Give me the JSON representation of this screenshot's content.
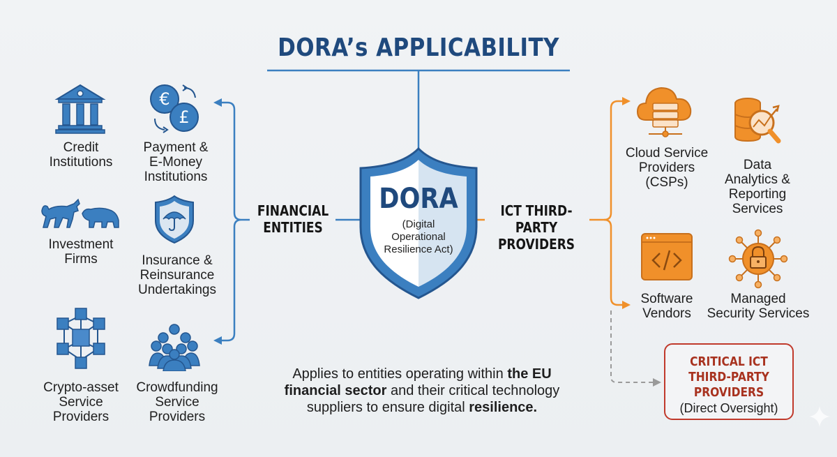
{
  "title": "DORA’s APPLICABILITY",
  "center": {
    "acronym": "DORA",
    "full_name_line1": "(Digital",
    "full_name_line2": "Operational",
    "full_name_line3": "Resilience Act)"
  },
  "financial_entities": {
    "heading_line1": "FINANCIAL",
    "heading_line2": "ENTITIES",
    "color": "#3b7fc0",
    "items": [
      {
        "icon": "bank-icon",
        "line1": "Credit",
        "line2": "Institutions",
        "line3": ""
      },
      {
        "icon": "currency-exchange-icon",
        "line1": "Payment &",
        "line2": "E-Money",
        "line3": "Institutions"
      },
      {
        "icon": "bull-bear-icon",
        "line1": "Investment",
        "line2": "Firms",
        "line3": ""
      },
      {
        "icon": "umbrella-shield-icon",
        "line1": "Insurance &",
        "line2": "Reinsurance",
        "line3": "Undertakings"
      },
      {
        "icon": "blockchain-icon",
        "line1": "Crypto-asset",
        "line2": "Service",
        "line3": "Providers"
      },
      {
        "icon": "crowd-icon",
        "line1": "Crowdfunding",
        "line2": "Service",
        "line3": "Providers"
      }
    ]
  },
  "ict_providers": {
    "heading_line1": "ICT THIRD-PARTY",
    "heading_line2": "PROVIDERS",
    "color": "#f0902a",
    "items": [
      {
        "icon": "cloud-server-icon",
        "line1": "Cloud Service",
        "line2": "Providers",
        "line3": "(CSPs)",
        "line4": ""
      },
      {
        "icon": "database-analytics-icon",
        "line1": "Data",
        "line2": "Analytics &",
        "line3": "Reporting",
        "line4": "Services"
      },
      {
        "icon": "code-window-icon",
        "line1": "Software",
        "line2": "Vendors",
        "line3": "",
        "line4": ""
      },
      {
        "icon": "network-lock-icon",
        "line1": "Managed",
        "line2": "Security Services",
        "line3": "",
        "line4": ""
      }
    ]
  },
  "critical": {
    "line1": "CRITICAL ICT",
    "line2": "THIRD-PARTY",
    "line3": "PROVIDERS",
    "sub": "(Direct Oversight)",
    "color": "#c0392b"
  },
  "footer": {
    "part1": "Applies to entities operating within ",
    "bold1": "the EU financial sector",
    "part2": " and their critical technology suppliers to ensure digital ",
    "bold2": "resilience."
  }
}
